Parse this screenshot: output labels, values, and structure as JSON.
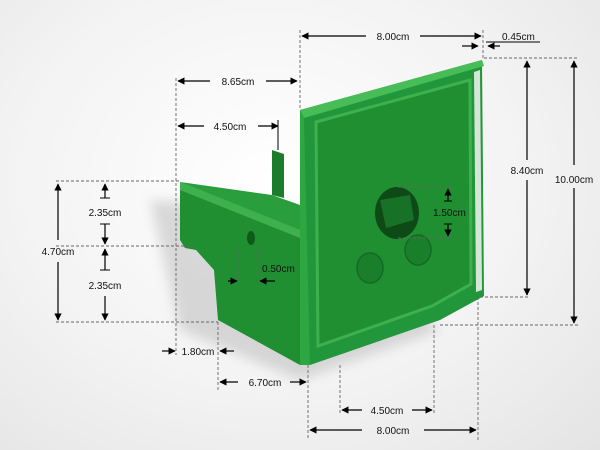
{
  "colors": {
    "body": "#1f8f32",
    "body_dark": "#136b22",
    "body_light": "#3fb04e"
  },
  "dimensions": {
    "top_width": "8.00cm",
    "top_thickness": "0.45cm",
    "depth_total": "8.65cm",
    "depth_front": "4.50cm",
    "panel_height": "8.40cm",
    "total_height": "10.00cm",
    "hole_diameter": "1.50cm",
    "side_height": "4.70cm",
    "side_upper": "2.35cm",
    "side_lower": "2.35cm",
    "slot_width": "0.50cm",
    "bottom_offset": "1.80cm",
    "bottom_depth": "6.70cm",
    "bottom_inner": "4.50cm",
    "bottom_width": "8.00cm"
  }
}
